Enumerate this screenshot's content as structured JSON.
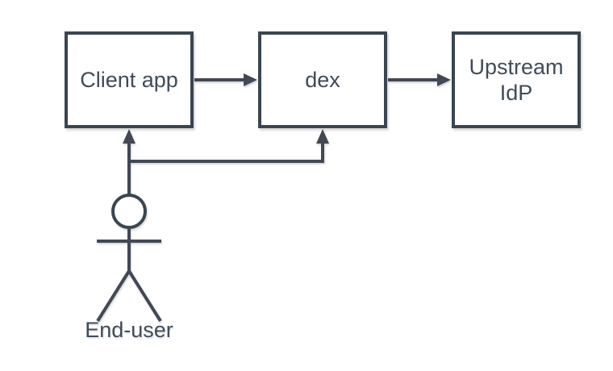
{
  "diagram": {
    "background_color": "#ffffff",
    "node_fill_color": "#ffffff",
    "stroke_color": "#3a4551",
    "connector_color": "#424854",
    "text_color": "#3f4b59",
    "nodes": [
      {
        "id": "client-app",
        "label": "Client app"
      },
      {
        "id": "dex",
        "label": "dex"
      },
      {
        "id": "upstream-idp",
        "label": "Upstream IdP"
      }
    ],
    "actor": {
      "icon": "stick-figure-actor-icon",
      "label": "End-user"
    },
    "edges": [
      {
        "from": "client-app",
        "to": "dex",
        "direction": "right"
      },
      {
        "from": "dex",
        "to": "upstream-idp",
        "direction": "right"
      },
      {
        "from": "end-user",
        "to": "client-app",
        "direction": "up"
      },
      {
        "from": "end-user",
        "to": "dex",
        "direction": "up"
      }
    ]
  }
}
